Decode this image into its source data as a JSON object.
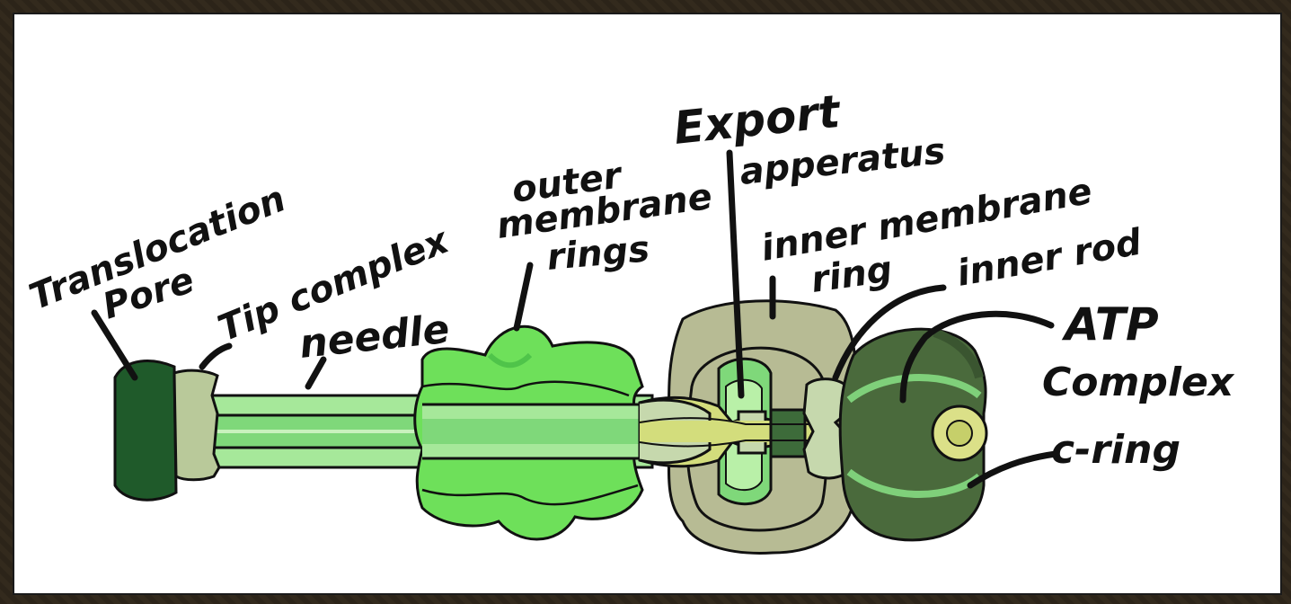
{
  "labels": {
    "translocation": "Translocation",
    "pore": "Pore",
    "tip_complex": "Tip complex",
    "needle": "needle",
    "outer_membrane_1": "outer",
    "outer_membrane_2": "membrane",
    "outer_membrane_3": "rings",
    "export_1": "Export",
    "export_2": "apperatus",
    "inner_ring_1": "inner membrane",
    "inner_ring_2": "ring",
    "inner_rod": "inner rod",
    "atp_1": "ATP",
    "atp_2": "Complex",
    "c_ring": "c-ring"
  },
  "colors": {
    "pore": "#1f5a2a",
    "tip": "#b9c99a",
    "needle_light": "#a6e89a",
    "needle_mid": "#7fd87a",
    "outer_rings": "#6ee05a",
    "outer_rings_dark": "#4fc44a",
    "basal_body": "#b7bb94",
    "export": "#c6d8ad",
    "export_core": "#d3dd7c",
    "atp": "#4a6a3c",
    "atp_light": "#7fd07a",
    "c_ring": "#dbe088",
    "outline": "#111111"
  }
}
